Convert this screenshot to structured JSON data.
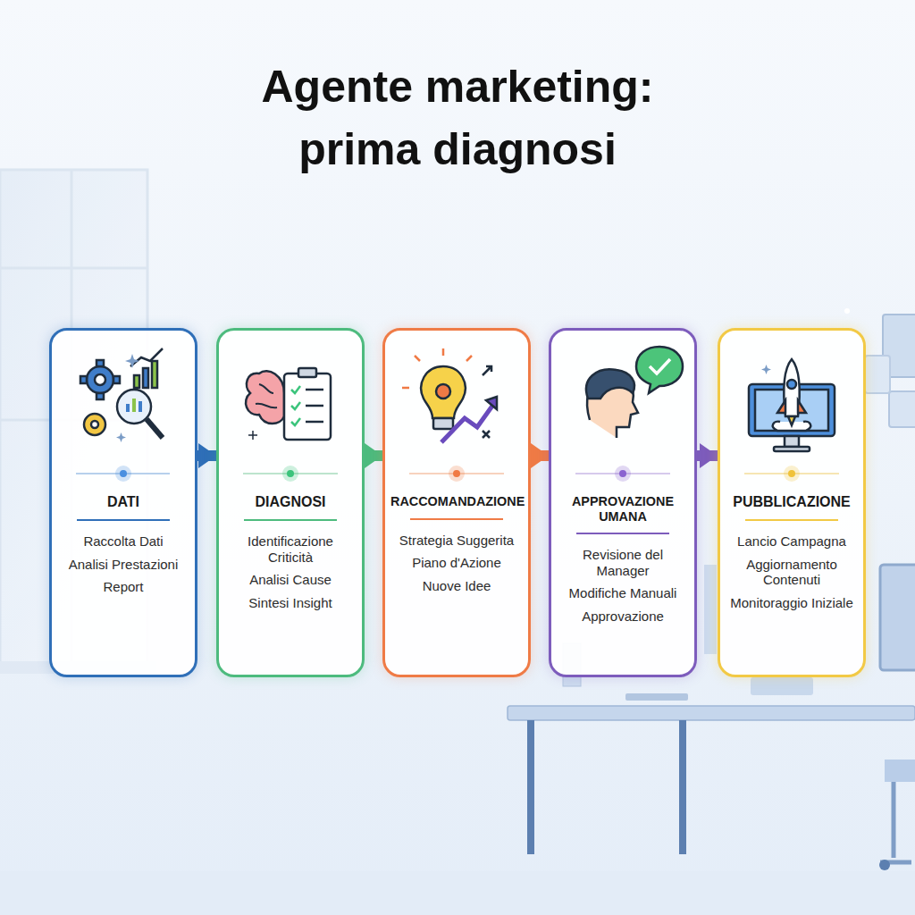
{
  "diagram": {
    "title": "Agente marketing: prima diagnosi",
    "nodes": [
      {
        "text": [
          "DATI",
          "Raccolta Dati",
          "Analisi Prestazioni",
          "Report"
        ]
      },
      {
        "text": [
          "DIAGNOSI",
          "Identificazione Criticità",
          "Analisi Cause",
          "Sintesi Insight"
        ]
      },
      {
        "text": [
          "RACCOMANDAZIONE",
          "Strategia Suggerita",
          "Piano d'Azione",
          "Nuove Idee"
        ]
      },
      {
        "text": [
          "APPROVAZIONE UMANA",
          "Revisione del Manager",
          "Modifiche Manuali",
          "Approvazione"
        ]
      },
      {
        "text": [
          "PUBBLICAZIONE",
          "Lancio Campagna",
          "Aggiornamento Contenuti",
          "Monitoraggio Iniziale"
        ]
      }
    ],
    "edges": [
      {
        "from": 0,
        "to": 1,
        "arrow": "to"
      },
      {
        "from": 1,
        "to": 2,
        "arrow": "to"
      },
      {
        "from": 2,
        "to": 3,
        "arrow": "to"
      },
      {
        "from": 3,
        "to": 4,
        "arrow": "to"
      }
    ]
  }
}
